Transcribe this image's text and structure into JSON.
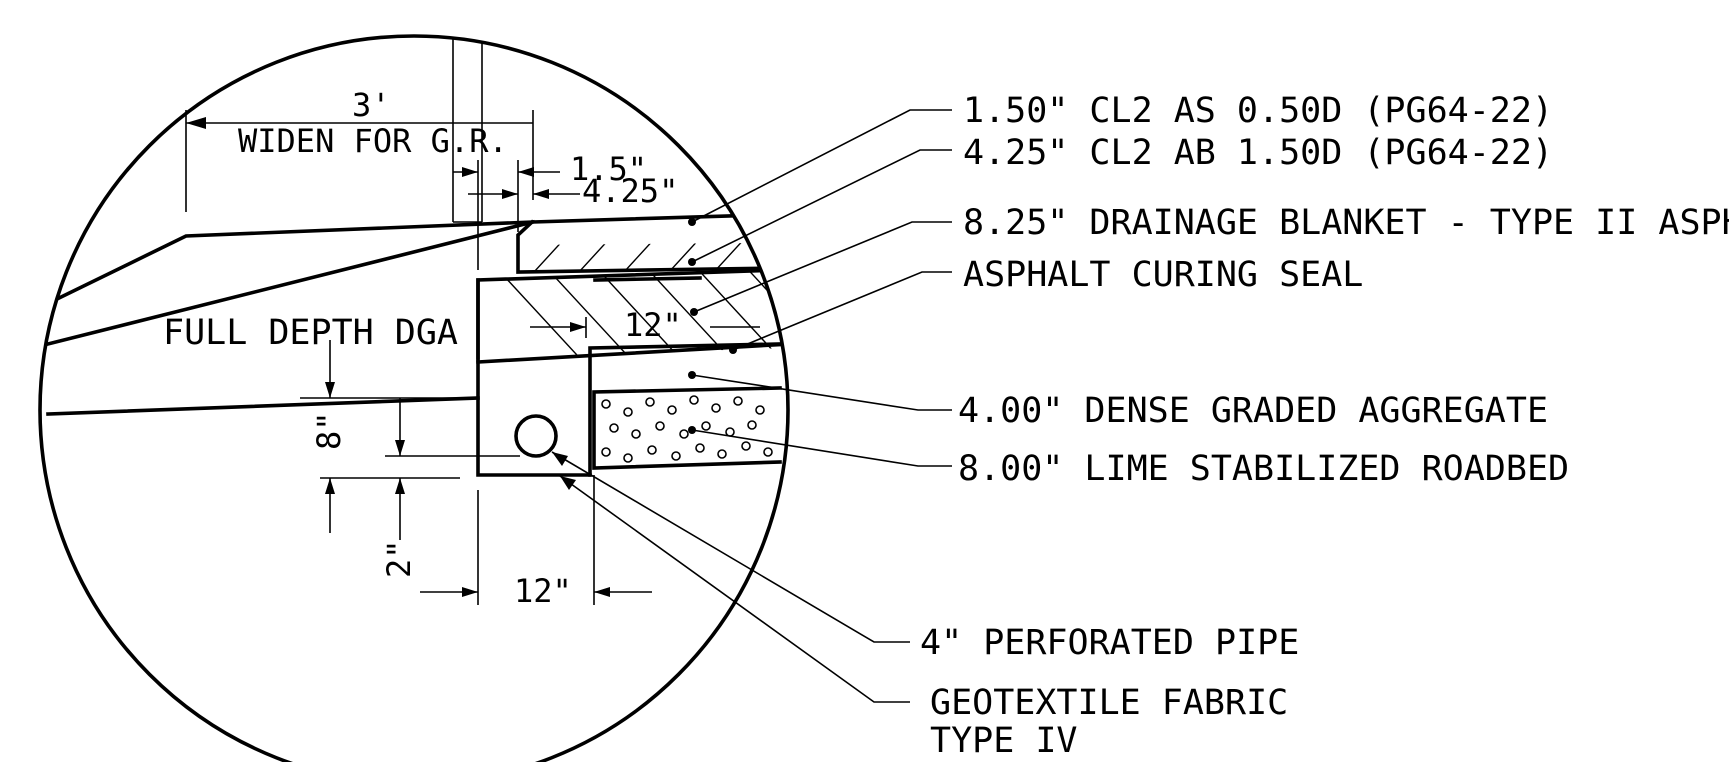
{
  "callouts": [
    "1.50\" CL2 AS 0.50D (PG64-22)",
    "4.25\" CL2 AB 1.50D (PG64-22)",
    "8.25\" DRAINAGE BLANKET - TYPE II ASPH",
    "ASPHALT CURING SEAL",
    "4.00\" DENSE GRADED AGGREGATE",
    "8.00\" LIME STABILIZED ROADBED",
    "4\" PERFORATED PIPE",
    "GEOTEXTILE FABRIC",
    "TYPE IV"
  ],
  "labels": {
    "full_depth": "FULL DEPTH DGA",
    "widen_dim": "3'",
    "widen_text": "WIDEN FOR G.R.",
    "dim_1_5": "1.5\"",
    "dim_4_25": "4.25\"",
    "dim_12_upper": "12\"",
    "dim_12_lower": "12\"",
    "dim_8": "8\"",
    "dim_2": "2\""
  },
  "colors": {
    "ink": "#000000",
    "paper": "#ffffff"
  }
}
